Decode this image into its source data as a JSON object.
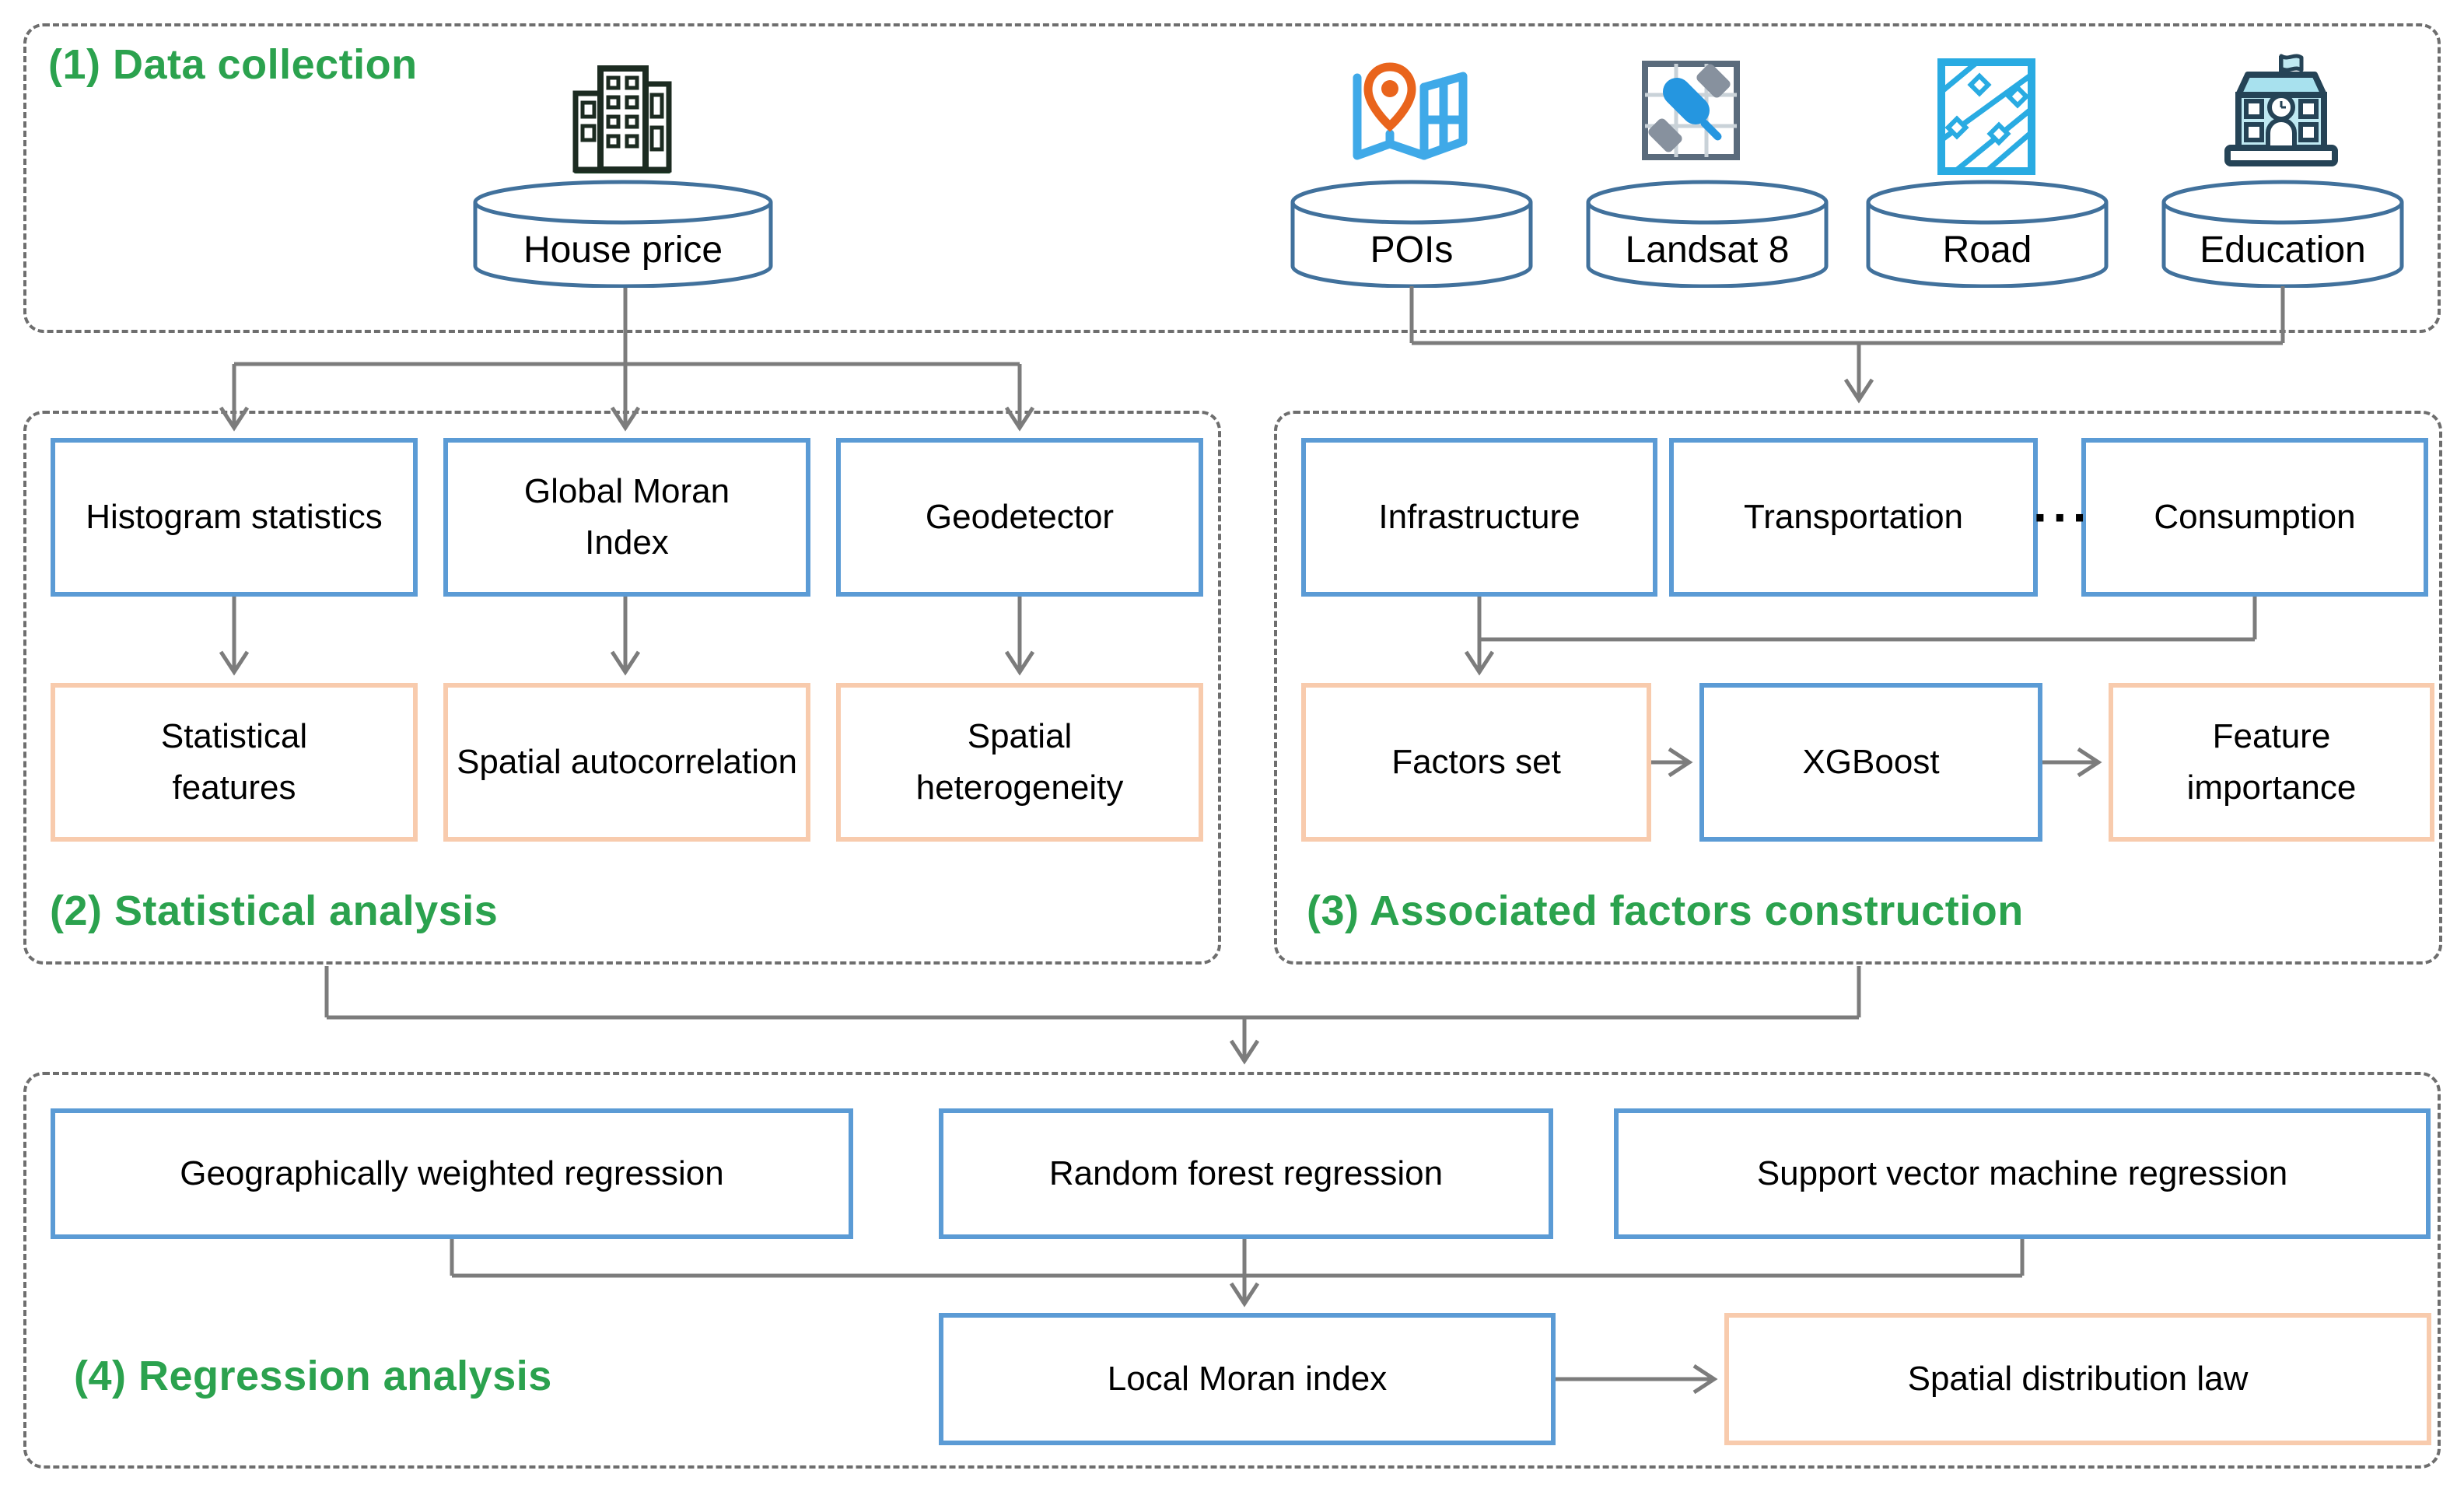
{
  "diagram": {
    "sections": [
      {
        "id": "data_collection",
        "title": "(1) Data collection",
        "datasets": [
          {
            "label": "House price",
            "icon": "city-buildings-icon"
          },
          {
            "label": "POIs",
            "icon": "map-location-pin-icon"
          },
          {
            "label": "Landsat 8",
            "icon": "satellite-image-icon"
          },
          {
            "label": "Road",
            "icon": "road-network-icon"
          },
          {
            "label": "Education",
            "icon": "school-building-icon"
          }
        ]
      },
      {
        "id": "statistical_analysis",
        "title": "(2) Statistical analysis",
        "methods": [
          "Histogram statistics",
          "Global Moran Index",
          "Geodetector"
        ],
        "outputs": [
          "Statistical features",
          "Spatial autocorrelation",
          "Spatial heterogeneity"
        ]
      },
      {
        "id": "factors_construction",
        "title": "(3) Associated factors construction",
        "factor_categories": [
          "Infrastructure",
          "Transportation",
          "Consumption"
        ],
        "ellipsis": "···",
        "pipeline": [
          "Factors set",
          "XGBoost",
          "Feature importance"
        ]
      },
      {
        "id": "regression_analysis",
        "title": "(4) Regression analysis",
        "models": [
          "Geographically weighted regression",
          "Random forest regression",
          "Support vector machine regression"
        ],
        "analysis": "Local Moran index",
        "result": "Spatial distribution law"
      }
    ],
    "colors": {
      "section_title_green": "#2BA24E",
      "method_box_border_blue": "#5B9BD5",
      "output_box_border_orange": "#F8CBAD",
      "cylinder_border_blue": "#41719C",
      "connector_gray": "#7C7C7C",
      "dashed_border_gray": "#6E6E6E",
      "poi_pin_orange": "#E9641C",
      "map_icon_blue": "#3FA9E8",
      "satellite_body_blue": "#2596E0",
      "school_fill_cyan": "#BFE9F2",
      "building_base_green": "#2FA24F"
    }
  }
}
